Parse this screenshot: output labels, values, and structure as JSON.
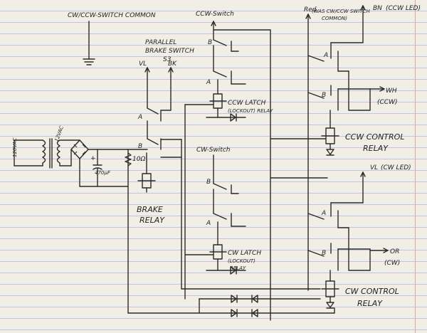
{
  "labels": {
    "common": "CW/CCW-SWITCH COMMON",
    "ccw_switch": "CCW-Switch",
    "cw_switch": "CW-Switch",
    "parallel_brake_1": "PARALLEL",
    "parallel_brake_2": "BRAKE SWITCH",
    "s3": "S3",
    "vl_left": "VL",
    "bk": "BK",
    "vac_in": "120VAC",
    "vac_out": "12VAC",
    "resistor": "10Ω",
    "capacitor": "470μF",
    "plus": "+",
    "brake_relay_1": "BRAKE",
    "brake_relay_2": "RELAY",
    "ccw_latch_1": "CCW LATCH",
    "ccw_latch_2": "(LOCKOUT) RELAY",
    "cw_latch_1": "CW LATCH",
    "cw_latch_2": "(LOCKOUT)",
    "cw_latch_3": "RELAY",
    "red": "Red",
    "red_note_1": "(WAS CW/CCW SWITCH",
    "red_note_2": "COMMON)",
    "bn": "BN",
    "bn_note": "(CCW LED)",
    "wh": "WH",
    "wh_note": "(CCW)",
    "ccw_control_1": "CCW CONTROL",
    "ccw_control_2": "RELAY",
    "vl_right": "VL",
    "vl_note": "(CW LED)",
    "or": "OR",
    "or_note": "(CW)",
    "cw_control_1": "CW CONTROL",
    "cw_control_2": "RELAY",
    "contact_a": "A",
    "contact_b": "B"
  },
  "colors": {
    "ink": "#2a2a2a",
    "paper": "#f1eee6",
    "rule": "#b9c8dc",
    "margin": "#d9a7a7"
  }
}
